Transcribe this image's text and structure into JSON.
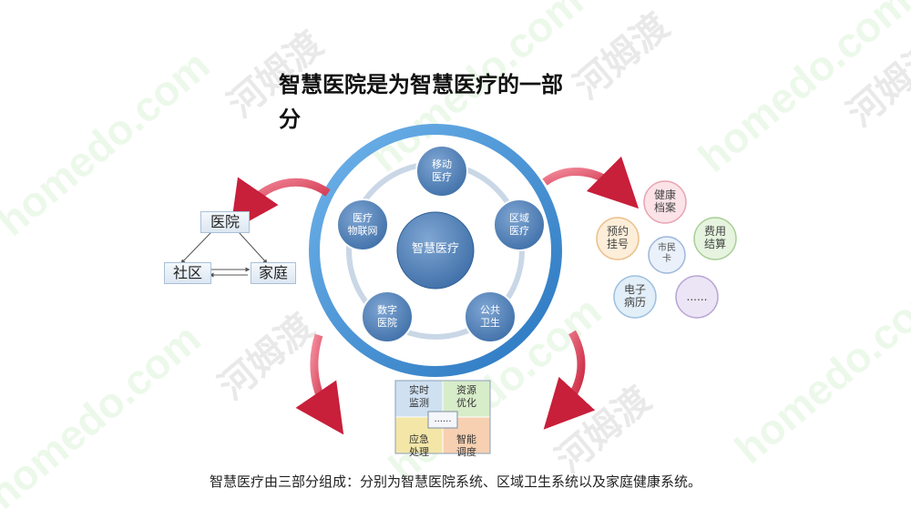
{
  "title": "智慧医院是为智慧医疗的一部分",
  "title_line1": "智慧医院是为智慧医疗的一部",
  "title_line2": "分",
  "caption": "智慧医疗由三部分组成：分别为智慧医院系统、区域卫生系统以及家庭健康系统。",
  "watermark_en": "homedo.com",
  "watermark_cn": "河姆渡",
  "center": {
    "label": "智慧医疗",
    "satellites": [
      "移动\n医疗",
      "区域\n医疗",
      "公共\n卫生",
      "数字\n医院",
      "医疗\n物联网"
    ]
  },
  "left_triangle": {
    "top": "医院",
    "bottom_left": "社区",
    "bottom_right": "家庭"
  },
  "right_cluster": {
    "center": "市民\n卡",
    "items": [
      "健康\n档案",
      "费用\n结算",
      "......",
      "电子\n病历",
      "预约\n挂号"
    ]
  },
  "bottom_grid": {
    "cells": [
      "实时\n监测",
      "资源\n优化",
      "应急\n处理",
      "智能\n调度"
    ],
    "center": "......"
  },
  "colors": {
    "center_circle": "#4d80b8",
    "ring": "#3a8ad0",
    "arrow": "#d6394f"
  }
}
